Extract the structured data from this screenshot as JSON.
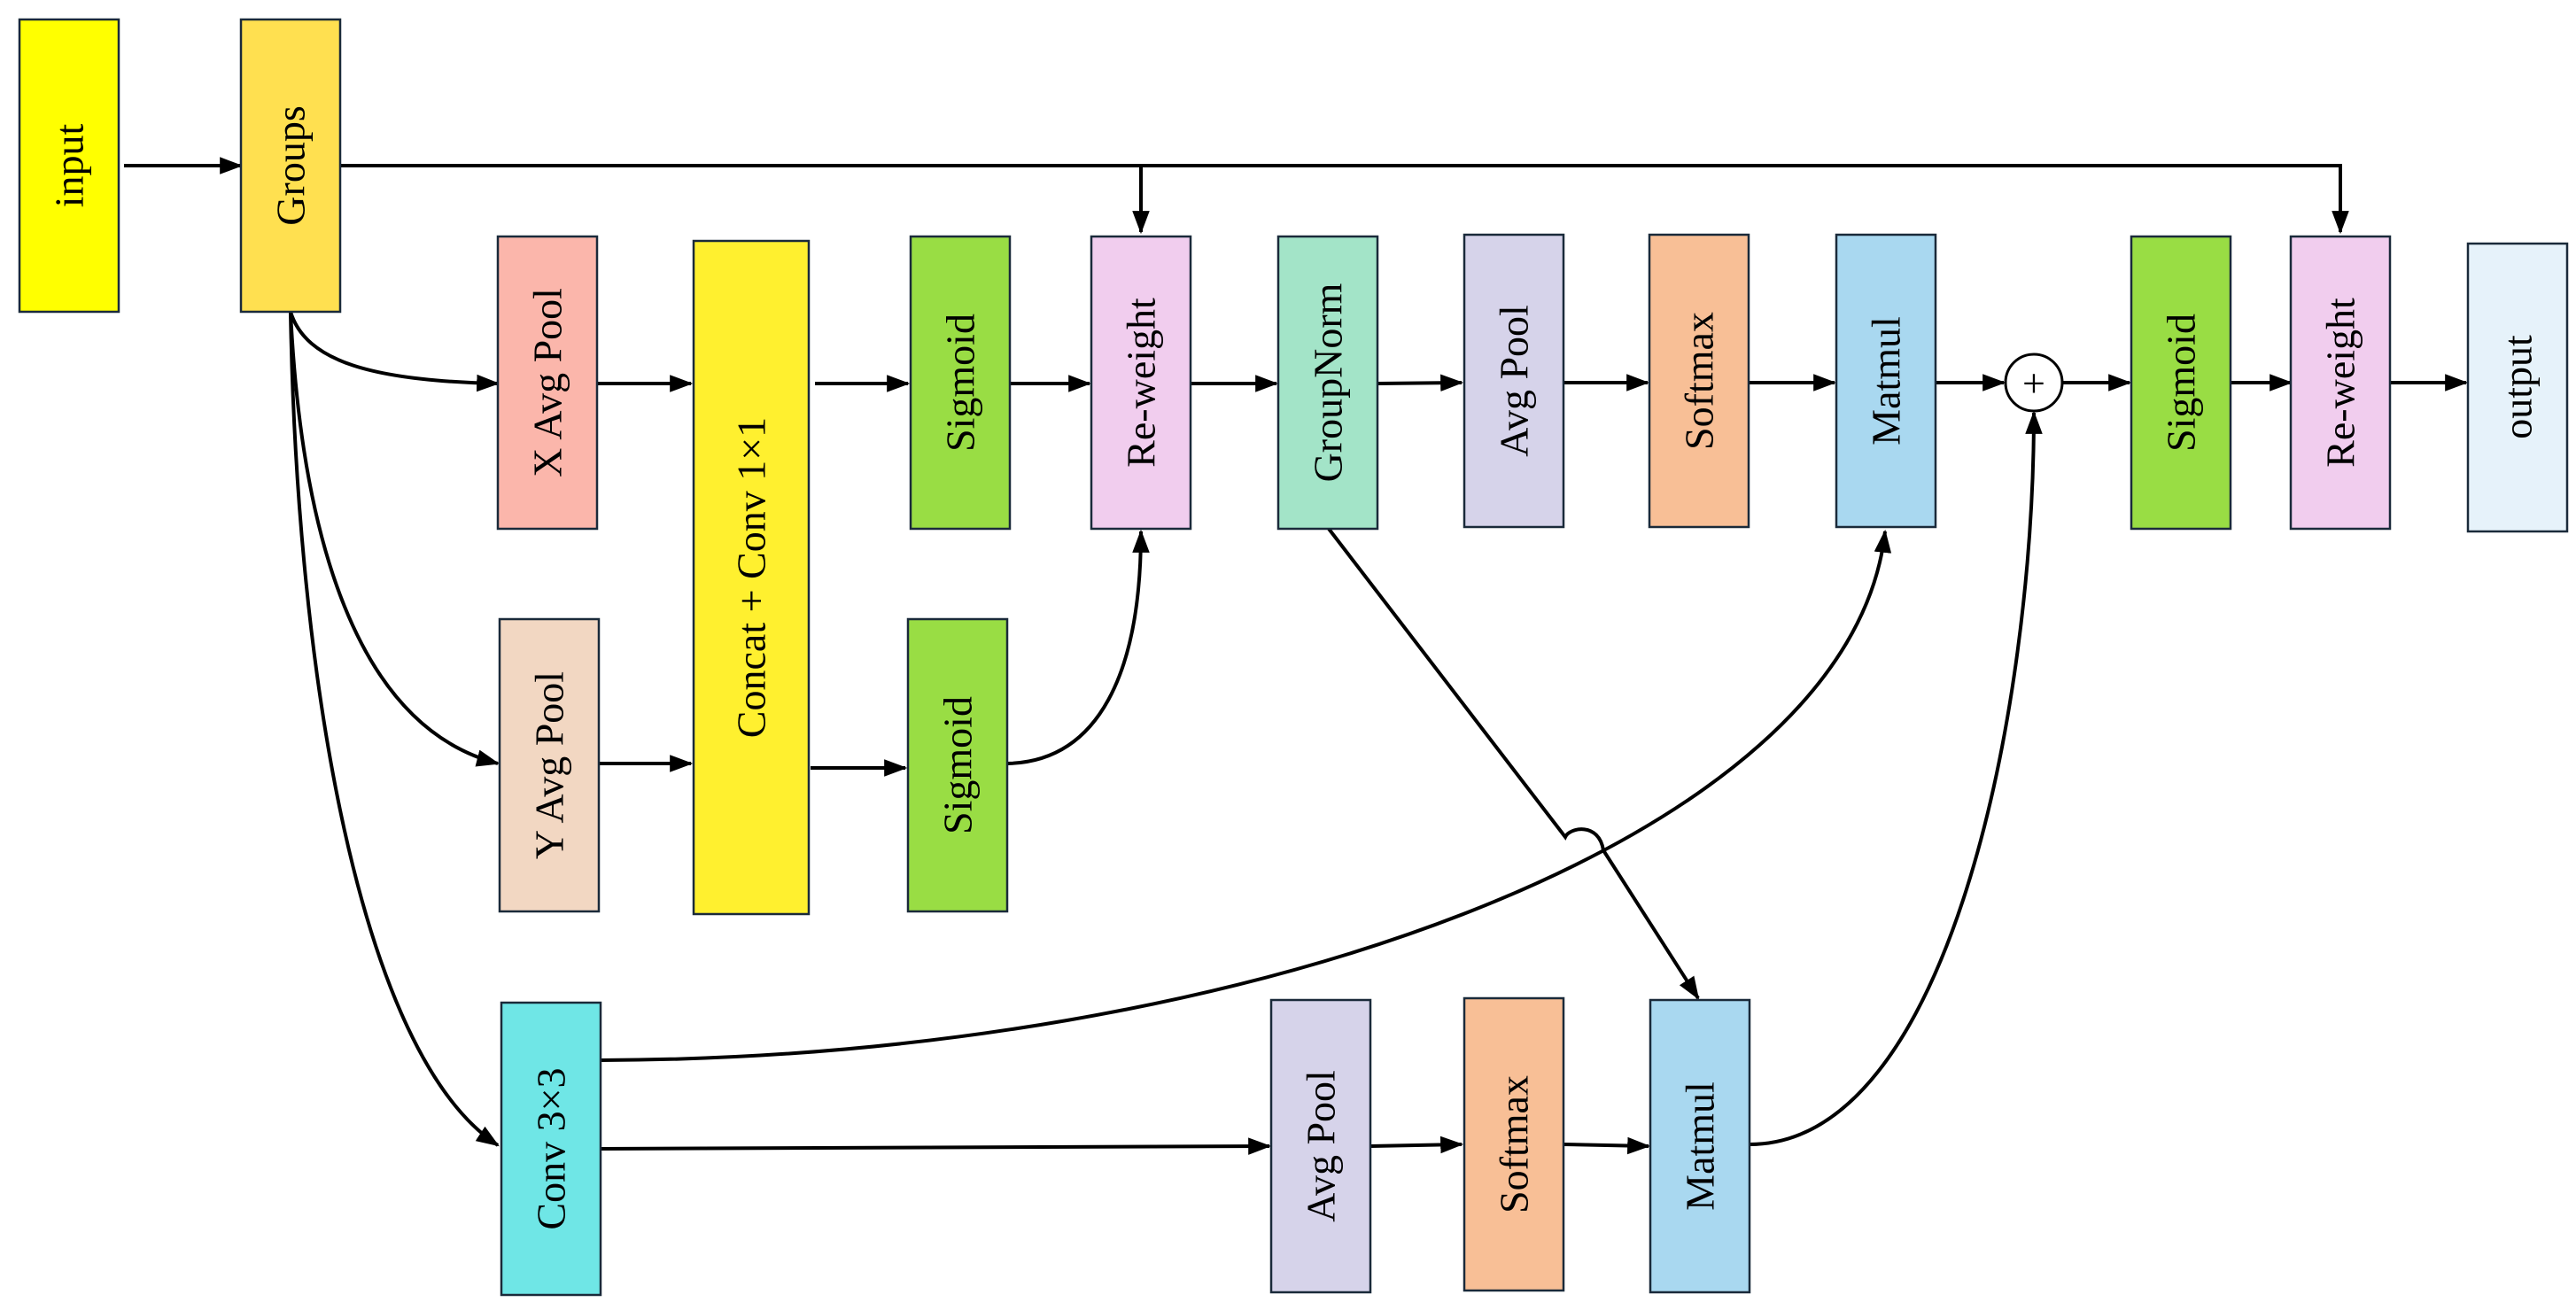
{
  "nodes": {
    "input": {
      "label": "input",
      "fill": "#FFFF00"
    },
    "groups": {
      "label": "Groups",
      "fill": "#FFE050"
    },
    "x_avg_pool": {
      "label": "X Avg Pool",
      "fill": "#FBB6AB"
    },
    "y_avg_pool": {
      "label": "Y Avg Pool",
      "fill": "#F2D7C2"
    },
    "concat_conv": {
      "label": "Concat + Conv 1×1",
      "fill": "#FFF02F"
    },
    "sigmoid_1": {
      "label": "Sigmoid",
      "fill": "#99DD44"
    },
    "sigmoid_2": {
      "label": "Sigmoid",
      "fill": "#99DD44"
    },
    "reweight_1": {
      "label": "Re-weight",
      "fill": "#F1CDEE"
    },
    "groupnorm": {
      "label": "GroupNorm",
      "fill": "#A3E4C8"
    },
    "avg_pool_1": {
      "label": "Avg Pool",
      "fill": "#D6D3EA"
    },
    "softmax_1": {
      "label": "Softmax",
      "fill": "#F8BF96"
    },
    "matmul_1": {
      "label": "Matmul",
      "fill": "#A9D8F0"
    },
    "sigmoid_3": {
      "label": "Sigmoid",
      "fill": "#99DD44"
    },
    "reweight_2": {
      "label": "Re-weight",
      "fill": "#F1CDEE"
    },
    "output": {
      "label": "output",
      "fill": "#E6F2FA"
    },
    "conv3x3": {
      "label": "Conv 3×3",
      "fill": "#6FE6E6"
    },
    "avg_pool_2": {
      "label": "Avg Pool",
      "fill": "#D6D3EA"
    },
    "softmax_2": {
      "label": "Softmax",
      "fill": "#F8BF96"
    },
    "matmul_2": {
      "label": "Matmul",
      "fill": "#A9D8F0"
    }
  },
  "add_symbol": "+"
}
